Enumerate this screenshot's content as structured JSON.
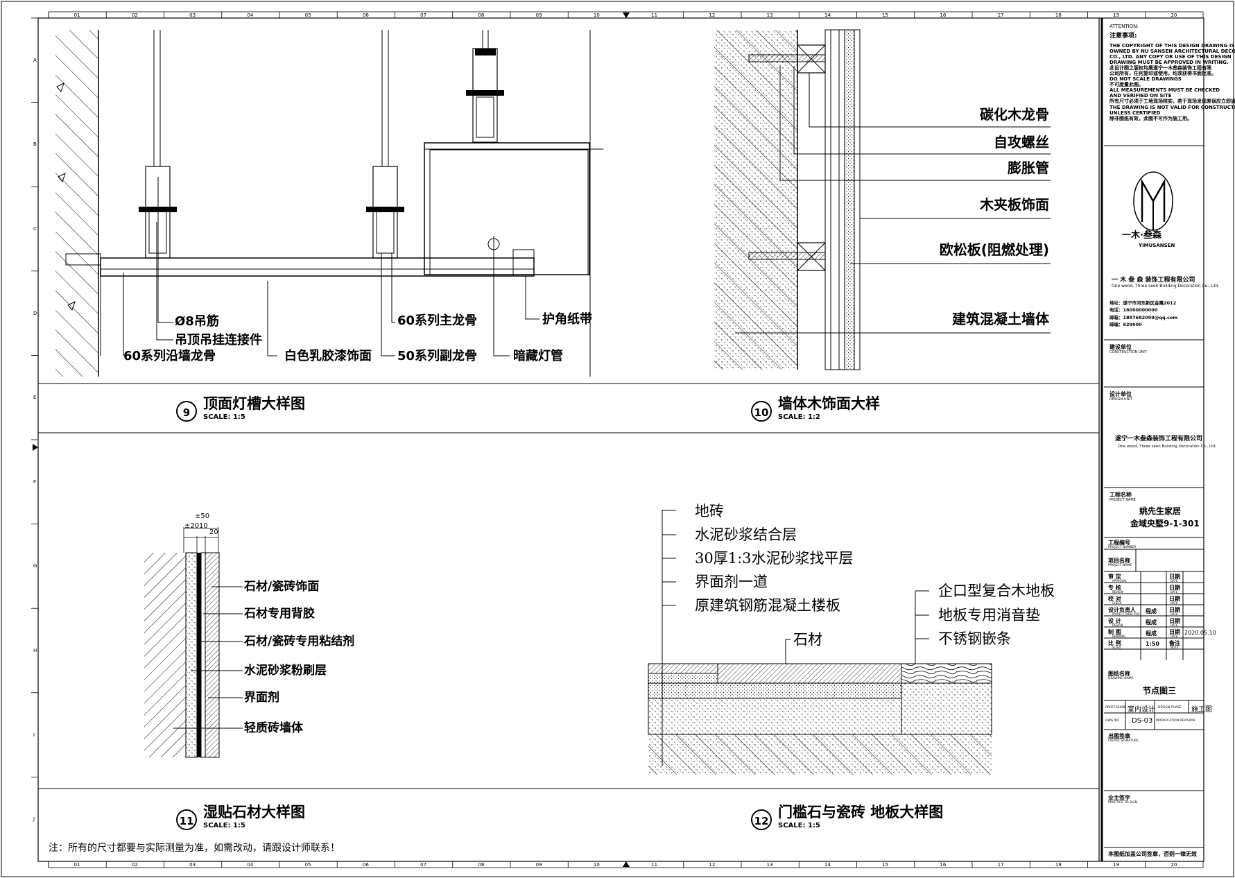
{
  "sheet": {
    "note": "注：所有的尺寸都要与实际测量为准，如需改动，请跟设计师联系！",
    "col_labels": [
      "01",
      "02",
      "03",
      "04",
      "05",
      "06",
      "07",
      "08",
      "09",
      "10",
      "11",
      "12",
      "13",
      "14",
      "15",
      "16",
      "17",
      "18",
      "19",
      "20"
    ],
    "row_labels": [
      "A",
      "B",
      "C",
      "D",
      "E",
      "F",
      "G",
      "H",
      "I",
      "J"
    ]
  },
  "detail9": {
    "number": "9",
    "title": "顶面灯槽大样图",
    "scale": "SCALE: 1:5",
    "labels": {
      "rebar": "Ø8吊筋",
      "hanger": "吊顶吊挂连接件",
      "wall_keel": "60系列沿墙龙骨",
      "paint": "白色乳胶漆饰面",
      "main_keel": "60系列主龙骨",
      "sub_keel": "50系列副龙骨",
      "light_tube": "暗藏灯管",
      "corner_tape": "护角纸带"
    }
  },
  "detail10": {
    "number": "10",
    "title": "墙体木饰面大样",
    "scale": "SCALE: 1:2",
    "labels": [
      "碳化木龙骨",
      "自攻螺丝",
      "膨胀管",
      "木夹板饰面",
      "欧松板(阻燃处理)",
      "建筑混凝土墙体"
    ]
  },
  "detail11": {
    "number": "11",
    "title": "湿贴石材大样图",
    "scale": "SCALE: 1:5",
    "dims": {
      "total": "±50",
      "a": "±20",
      "b": "10",
      "c": "20"
    },
    "labels": [
      "石材/瓷砖饰面",
      "石材专用背胶",
      "石材/瓷砖专用粘结剂",
      "水泥砂浆粉刷层",
      "界面剂",
      "轻质砖墙体"
    ]
  },
  "detail12": {
    "number": "12",
    "title": "门槛石与瓷砖 地板大样图",
    "scale": "SCALE: 1:5",
    "left_labels": [
      "地砖",
      "水泥砂浆结合层",
      "30厚1:3水泥砂浆找平层",
      "界面剂一道",
      "原建筑钢筋混凝土楼板"
    ],
    "stone": "石材",
    "right_labels": [
      "企口型复合木地板",
      "地板专用消音垫",
      "不锈钢嵌条"
    ]
  },
  "title_block": {
    "attention": "ATTENTION:",
    "notice_title": "注意事项:",
    "notice_lines": [
      "THE COPYRIGHT OF THIS DESIGN DRAWING IS",
      "OWNED BY NU SANSEN ARCHITECTURAL DECORATION",
      "CO., LTD. ANY COPY OR USE OF THIS DESIGN",
      "DRAWING MUST BE APPROVED IN WRITING.",
      "此设计图之版权均属遂宁一木叁森装饰工程有限",
      "公司所有，任何复印或使用，均须获得书面批准。",
      "DO NOT SCALE DRAWINGS",
      "不可度量此图。",
      "ALL MEASUREMENTS MUST BE CHECKED",
      "AND VERIFIED ON SITE",
      "所有尺寸必须于工地现场核实，若于现场发现差误应立即通知",
      "THE DRAWING IS NOT VALID FOR CONSTRUCTION",
      "UNLESS CERTIFIED",
      "除非图纸有效，此图不可作为施工用。"
    ],
    "logo_text": "一木·叁森",
    "logo_sub": "YIMUSANSEN",
    "company": "一 木 叁 森  装饰工程有限公司",
    "company_en": "One wood, Three seen Building Decoration Co., Ltd.",
    "addr_lines": [
      "地址：遂宁市河东新区金鹰2012",
      "电话：18000000000",
      "邮箱：1887682099@qq.com",
      "邮编：629000"
    ],
    "construction_unit": "建设单位",
    "construction_unit_en": "CONSTRUCTION UNIT",
    "design_unit": "设计单位",
    "design_unit_en": "DESIGN UNIT",
    "design_company": "遂宁一木叁森装饰工程有限公司",
    "design_company_en": "One wood, Three seen Building Decoration Co., Ltd.",
    "project_label": "工程名称",
    "project_label_en": "PROJECT NAME",
    "project_name_1": "姚先生家居",
    "project_name_2": "金域央墅9-1-301",
    "project_no": "工程编号",
    "project_no_en": "PROJECT NUMBER",
    "item_name": "项目名称",
    "item_name_en": "PROJECT NAME",
    "rows": [
      {
        "label": "审  定",
        "en": "APPROVAL",
        "val": "",
        "date": "日期",
        "date_en": "DATE",
        "dval": ""
      },
      {
        "label": "专  核",
        "en": "REVIEW",
        "val": "",
        "date": "日期",
        "date_en": "DATE",
        "dval": ""
      },
      {
        "label": "校  对",
        "en": "CHECK",
        "val": "",
        "date": "日期",
        "date_en": "DATE",
        "dval": ""
      },
      {
        "label": "设计负责人",
        "en": "PROJECT DIRECTOR",
        "val": "程成",
        "date": "日期",
        "date_en": "DATE",
        "dval": ""
      },
      {
        "label": "设  计",
        "en": "DESIGN",
        "val": "程成",
        "date": "日期",
        "date_en": "DATE",
        "dval": ""
      },
      {
        "label": "制  图",
        "en": "DRAWING",
        "val": "程成",
        "date": "日期",
        "date_en": "DATE",
        "dval": "2020.05.10"
      },
      {
        "label": "比  例",
        "en": "SCALE",
        "val": "1:50",
        "date": "备注",
        "date_en": "NOTE",
        "dval": ""
      }
    ],
    "drawing_name": "图纸名称",
    "drawing_name_en": "DRAWING NAME",
    "drawing_title": "节点图三",
    "profession_en": "PROFESSION",
    "profession": "室内设计",
    "design_phase_en": "DESIGN PHASE",
    "design_phase": "施工图",
    "dwg_no_en": "DWG NO",
    "dwg_no": "DS-03",
    "modification_en": "MODIFICATION REVISION",
    "figure_sig": "出图签章",
    "figure_sig_en": "FIGURE SIGNATURE",
    "owner_sig": "业主签字",
    "owner_sig_en": "PRACTICE TO SIGN",
    "footer": "本图纸加盖公司签章，否则一律无效"
  }
}
